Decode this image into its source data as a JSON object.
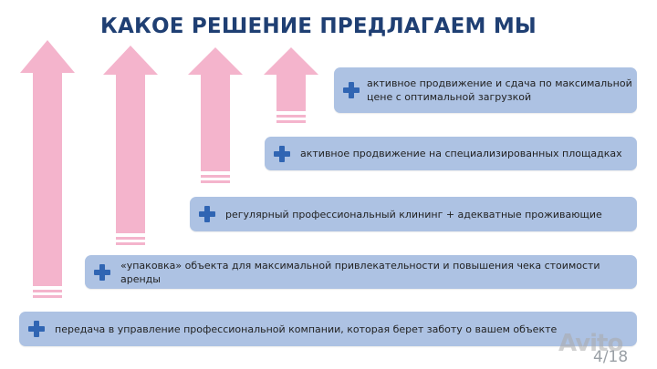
{
  "slide": {
    "title": "КАКОЕ РЕШЕНИЕ ПРЕДЛАГАЕМ МЫ",
    "items": [
      {
        "text_line1": "активное продвижение и сдача по максимальной",
        "text_line2": "цене с оптимальной загрузкой",
        "icon": "plus-icon"
      },
      {
        "text": "активное продвижение на специализированных площадках",
        "icon": "plus-icon"
      },
      {
        "text": "регулярный профессиональный клининг + адекватные проживающие",
        "icon": "plus-icon"
      },
      {
        "text": "«упаковка» объекта для максимальной привлекательности и повышения чека стоимости аренды",
        "icon": "plus-icon"
      },
      {
        "text": "передача в управление профессиональной компании, которая берет заботу о вашем объекте",
        "icon": "plus-icon"
      }
    ],
    "page_indicator": "4/18",
    "watermark": "Avito"
  },
  "colors": {
    "title": "#1f3f73",
    "box": "#adc2e3",
    "plus": "#3065b3",
    "arrow": "#f4b4cc"
  }
}
